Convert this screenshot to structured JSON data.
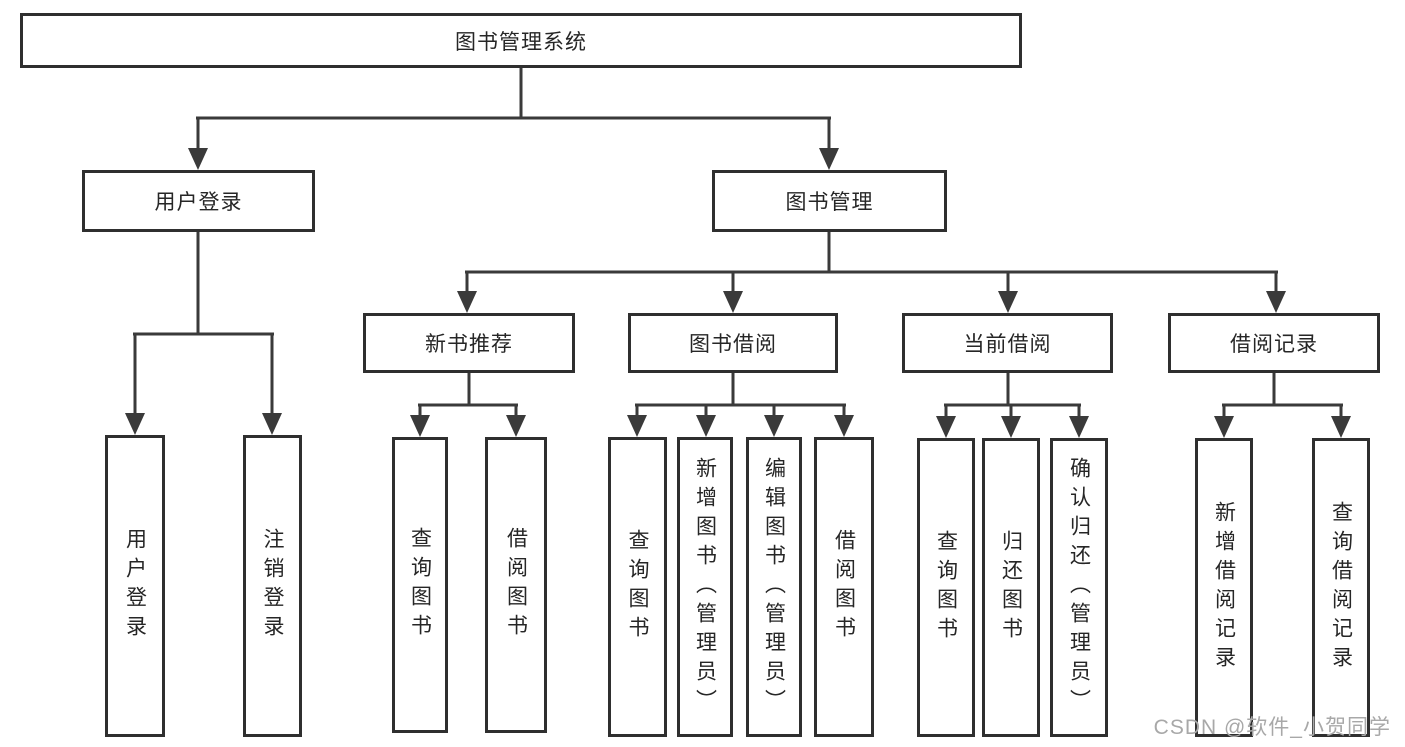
{
  "diagram": {
    "title": "图书管理系统",
    "line_color": "#3a3a3a",
    "box_border_color": "#2f2f2f",
    "text_color": "#262626",
    "background_color": "#ffffff",
    "tree": {
      "label": "图书管理系统",
      "children": [
        {
          "label": "用户登录",
          "children": [
            {
              "label": "用户登录"
            },
            {
              "label": "注销登录"
            }
          ]
        },
        {
          "label": "图书管理",
          "children": [
            {
              "label": "新书推荐",
              "children": [
                {
                  "label": "查询图书"
                },
                {
                  "label": "借阅图书"
                }
              ]
            },
            {
              "label": "图书借阅",
              "children": [
                {
                  "label": "查询图书"
                },
                {
                  "label": "新增图书（管理员）"
                },
                {
                  "label": "编辑图书（管理员）"
                },
                {
                  "label": "借阅图书"
                }
              ]
            },
            {
              "label": "当前借阅",
              "children": [
                {
                  "label": "查询图书"
                },
                {
                  "label": "归还图书"
                },
                {
                  "label": "确认归还（管理员）"
                }
              ]
            },
            {
              "label": "借阅记录",
              "children": [
                {
                  "label": "新增借阅记录"
                },
                {
                  "label": "查询借阅记录"
                }
              ]
            }
          ]
        }
      ]
    }
  },
  "watermark": {
    "text": "CSDN @软件_小贺同学",
    "color": "#a8a8a8"
  }
}
